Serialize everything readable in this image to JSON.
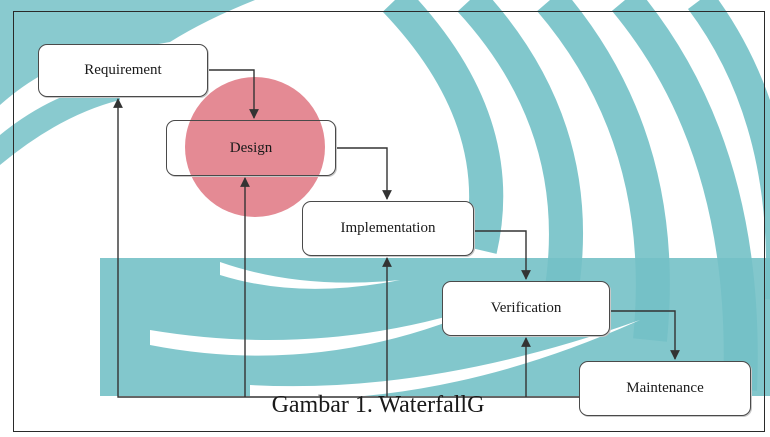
{
  "diagram": {
    "stages": [
      {
        "id": "requirement",
        "label": "Requirement"
      },
      {
        "id": "design",
        "label": "Design"
      },
      {
        "id": "implementation",
        "label": "Implementation"
      },
      {
        "id": "verification",
        "label": "Verification"
      },
      {
        "id": "maintenance",
        "label": "Maintenance"
      }
    ],
    "caption": "Gambar 1. WaterfallG"
  },
  "colors": {
    "watermark_teal": "#74c1c7",
    "highlight_circle": "#e07a85",
    "box_border": "#4a4a4a",
    "arrow": "#333333"
  }
}
